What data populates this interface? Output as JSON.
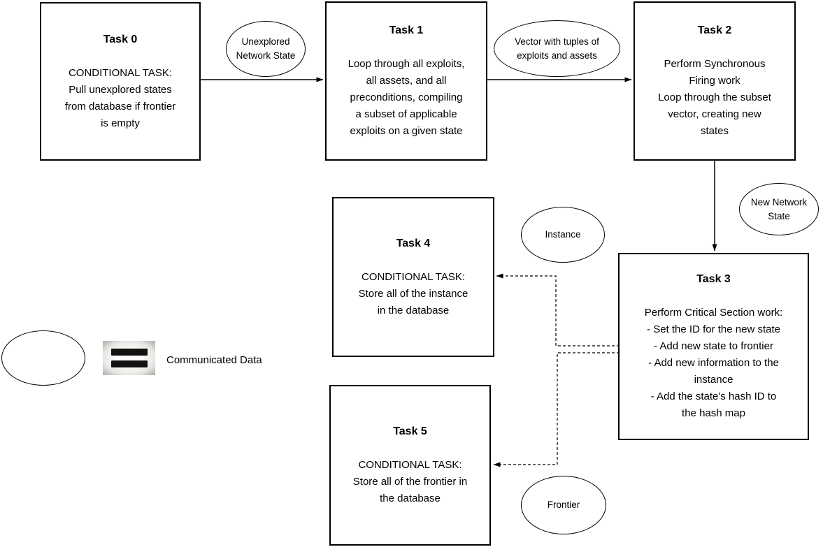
{
  "colors": {
    "stroke": "#000000",
    "background": "#ffffff",
    "text": "#000000"
  },
  "tasks": [
    {
      "title": "Task 0",
      "body": "CONDITIONAL TASK:\nPull unexplored states\nfrom database if frontier\nis empty"
    },
    {
      "title": "Task 1",
      "body": "Loop through all exploits,\nall assets, and all\npreconditions, compiling\na subset of applicable\nexploits on a given state"
    },
    {
      "title": "Task 2",
      "body": "Perform Synchronous\nFiring work\nLoop through the subset\nvector, creating new\nstates"
    },
    {
      "title": "Task 3",
      "body": "Perform Critical Section work:\n- Set the ID for the new state\n- Add new state to frontier\n- Add new information to the\ninstance\n- Add the state's hash ID to\nthe hash map"
    },
    {
      "title": "Task 4",
      "body": "CONDITIONAL TASK:\nStore all of the instance\nin the database"
    },
    {
      "title": "Task 5",
      "body": "CONDITIONAL TASK:\nStore all of the frontier in\nthe database"
    }
  ],
  "data_nodes": [
    {
      "label": "Unexplored\nNetwork State"
    },
    {
      "label": "Vector with tuples of\nexploits and assets"
    },
    {
      "label": "New Network\nState"
    },
    {
      "label": "Instance"
    },
    {
      "label": "Frontier"
    }
  ],
  "legend": {
    "label": "Communicated Data",
    "icon": "equals-icon"
  }
}
